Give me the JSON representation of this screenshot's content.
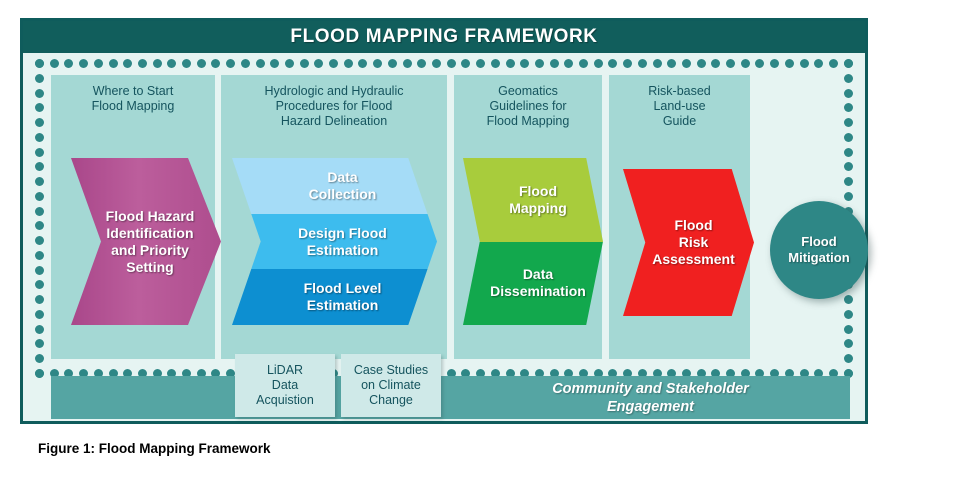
{
  "figure": {
    "title": "FLOOD MAPPING FRAMEWORK",
    "caption": "Figure 1: Flood Mapping Framework"
  },
  "columns": [
    {
      "id": "where-to-start",
      "header": "Where to Start\nFlood Mapping"
    },
    {
      "id": "hydrologic",
      "header": "Hydrologic and Hydraulic\nProcedures for Flood\nHazard Delineation"
    },
    {
      "id": "geomatics",
      "header": "Geomatics\nGuidelines for\nFlood Mapping"
    },
    {
      "id": "risk-based",
      "header": "Risk-based\nLand-use\nGuide"
    }
  ],
  "stages": [
    {
      "id": "flood-hazard-identification",
      "shape": "chevron",
      "color": "#B04D8E",
      "bands": [
        "Flood Hazard\nIdentification\nand Priority\nSetting"
      ]
    },
    {
      "id": "hydrologic-procedures",
      "shape": "chevron",
      "colors": [
        "#A5DCF7",
        "#3DBCEE",
        "#0D8FD1"
      ],
      "bands": [
        "Data\nCollection",
        "Design Flood\nEstimation",
        "Flood Level\nEstimation"
      ]
    },
    {
      "id": "geomatics-guidelines",
      "shape": "chevron",
      "colors": [
        "#A8CC3C",
        "#12A84D"
      ],
      "bands": [
        "Flood\nMapping",
        "Data\nDissemination"
      ]
    },
    {
      "id": "risk-assessment",
      "shape": "chevron",
      "color": "#F02020",
      "bands": [
        "Flood\nRisk\nAssessment"
      ]
    },
    {
      "id": "flood-mitigation",
      "shape": "circle",
      "color": "#2E8786",
      "bands": [
        "Flood\nMitigation"
      ]
    }
  ],
  "support_boxes": [
    {
      "id": "lidar",
      "label": "LiDAR\nData\nAcquistion"
    },
    {
      "id": "case-studies",
      "label": "Case Studies\non Climate\nChange"
    }
  ],
  "engagement": {
    "label": "Community and Stakeholder\nEngagement"
  },
  "colors": {
    "frame_border": "#0F5C5C",
    "title_bar": "#115E5C",
    "canvas": "#E6F4F2",
    "column_panel": "#A4D8D4",
    "dots": "#2E8786",
    "engagement_bar": "#55A5A3",
    "support_box": "#CFE9E8"
  }
}
